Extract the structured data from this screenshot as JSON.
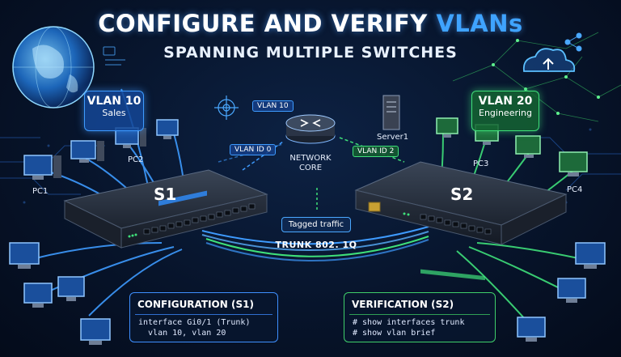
{
  "header": {
    "title_main": "CONFIGURE AND VERIFY ",
    "title_accent": "VLANs",
    "subtitle": "SPANNING MULTIPLE SWITCHES"
  },
  "vlans": {
    "vlan10": {
      "name": "VLAN 10",
      "dept": "Sales",
      "color": "#3e9bff"
    },
    "vlan20": {
      "name": "VLAN 20",
      "dept": "Engineering",
      "color": "#3fe07a"
    }
  },
  "tags": {
    "vlan10_tag": "VLAN 10",
    "vlan_id0_tag": "VLAN ID 0",
    "vlan_id2_tag": "VLAN ID 2"
  },
  "core": {
    "line1": "NETWORK",
    "line2": "CORE"
  },
  "server": {
    "label": "Server1"
  },
  "pcs": [
    "PC1",
    "PC2",
    "PC3",
    "PC4"
  ],
  "switches": {
    "s1": "S1",
    "s2": "S2"
  },
  "trunk": {
    "pill": "Tagged traffic",
    "label": "TRUNK 802. 1Q"
  },
  "panels": {
    "config": {
      "title": "CONFIGURATION (S1)",
      "line1": "interface Gi0/1 (Trunk)",
      "line2": "  vlan 10, vlan 20"
    },
    "verify": {
      "title": "VERIFICATION (S2)",
      "line1": "# show interfaces trunk",
      "line2": "# show vlan brief"
    }
  },
  "icons": [
    "globe-icon",
    "cloud-icon",
    "router-icon",
    "server-icon",
    "pc-icon",
    "switch-icon"
  ]
}
